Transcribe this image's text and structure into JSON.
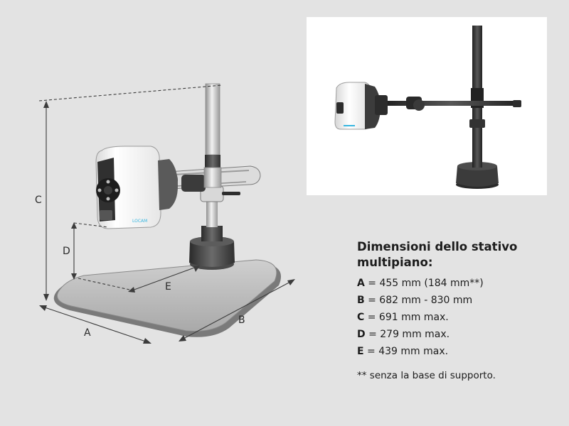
{
  "diagram": {
    "labels": {
      "a": "A",
      "b": "B",
      "c": "C",
      "d": "D",
      "e": "E"
    },
    "camera_brand": "LOCAM"
  },
  "specs": {
    "title": "Dimensioni dello stativo multipiano:",
    "rows": [
      {
        "key": "A",
        "value": " = 455 mm (184 mm**)"
      },
      {
        "key": "B",
        "value": " = 682 mm - 830 mm"
      },
      {
        "key": "C",
        "value": " = 691 mm max."
      },
      {
        "key": "D",
        "value": " = 279 mm max."
      },
      {
        "key": "E",
        "value": " = 439 mm max."
      }
    ],
    "note": "** senza la base di supporto."
  },
  "colors": {
    "background": "#e3e3e3",
    "panel": "#ffffff",
    "base_fill": "#bcbcbc",
    "base_edge": "#6f6f6f",
    "metal_dark": "#3c3c3c",
    "camera_body": "#f4f4f4",
    "accent_cyan": "#37b6e0"
  }
}
